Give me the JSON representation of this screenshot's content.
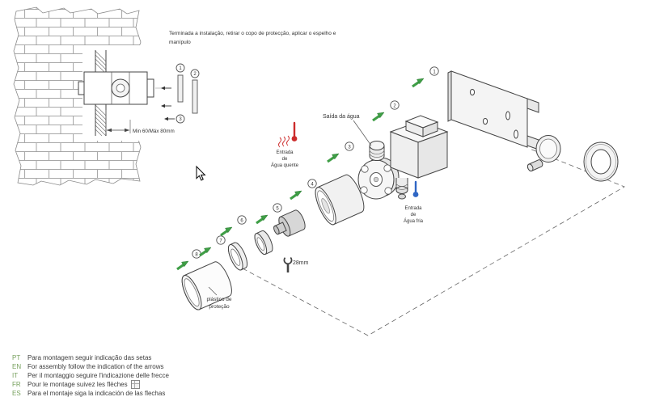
{
  "colors": {
    "arrow_green": "#3f9e46",
    "hot_red": "#cc2b2b",
    "cold_blue": "#2f66c4",
    "lang_code_green": "#76a05c",
    "line": "#444444"
  },
  "instructions_top": {
    "line1": "Terminada a instalação, retirar o copo de protecção, aplicar o espelho e",
    "line2": "manípulo"
  },
  "wall_detail": {
    "dimension": "Min 60/Máx 80mm",
    "callouts": [
      "1",
      "2",
      "3"
    ]
  },
  "exploded": {
    "callouts": [
      "1",
      "2",
      "3",
      "4",
      "5",
      "6",
      "7",
      "8"
    ],
    "labels": {
      "outlet": "Saída da água",
      "hot_line1": "Entrada",
      "hot_line2": "de",
      "hot_line3": "Água quente",
      "cold_line1": "Entrada",
      "cold_line2": "de",
      "cold_line3": "Água fria",
      "wrench": "28mm",
      "plastic_line1": "plástico de",
      "plastic_line2": "proteção"
    }
  },
  "footer": {
    "rows": [
      {
        "code": "PT",
        "text": "Para montagem seguir indicação das setas"
      },
      {
        "code": "EN",
        "text": "For assembly follow the indication of the arrows"
      },
      {
        "code": "IT",
        "text": "Per il montaggio seguire l'indicazione delle frecce"
      },
      {
        "code": "FR",
        "text": "Pour le montage suivez les flèches"
      },
      {
        "code": "ES",
        "text": "Para el montaje siga la indicación de las flechas"
      }
    ]
  }
}
